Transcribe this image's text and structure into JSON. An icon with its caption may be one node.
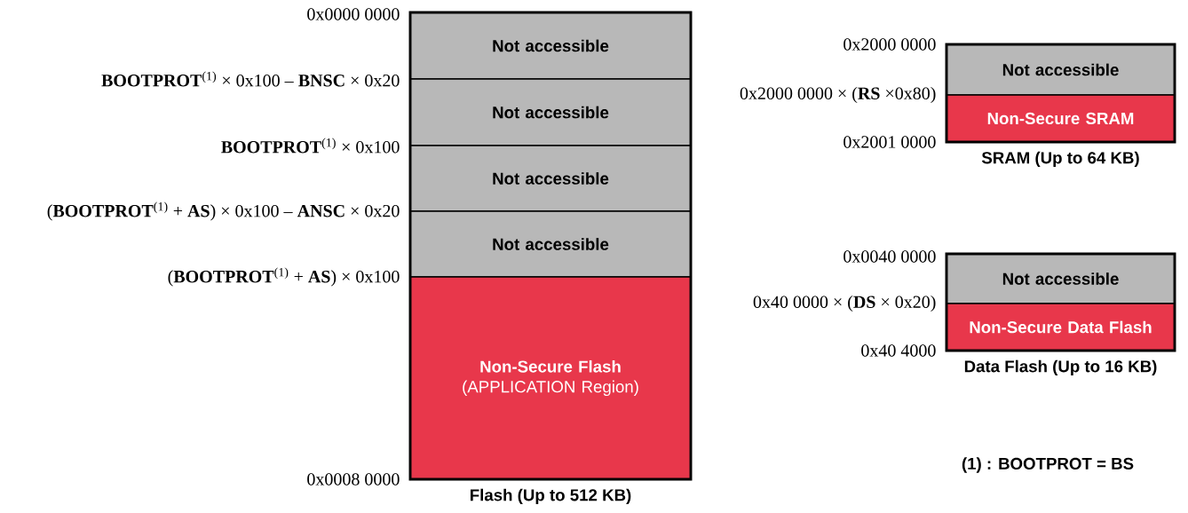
{
  "diagram": {
    "nodes": [
      {
        "text": [
          "Flash (Up to 512 KB)"
        ]
      },
      {
        "text": [
          "Not accessible"
        ],
        "in": 0
      },
      {
        "text": [
          "Not accessible"
        ],
        "in": 0
      },
      {
        "text": [
          "Not accessible"
        ],
        "in": 0
      },
      {
        "text": [
          "Not accessible"
        ],
        "in": 0
      },
      {
        "text": [
          "Non-Secure Flash",
          "(APPLICATION Region)"
        ],
        "in": 0
      },
      {
        "text": [
          "SRAM (Up to 64 KB)"
        ]
      },
      {
        "text": [
          "Not accessible"
        ],
        "in": 6
      },
      {
        "text": [
          "Non-Secure SRAM"
        ],
        "in": 6
      },
      {
        "text": [
          "Data Flash (Up to 16 KB)"
        ]
      },
      {
        "text": [
          "Not accessible"
        ],
        "in": 9
      },
      {
        "text": [
          "Non-Secure Data Flash"
        ],
        "in": 9
      }
    ],
    "labels": [
      "0x0000 0000",
      "**BOOTPROT**$^{(1)}$ × 0x100 – **BNSC** × 0x20",
      "**BOOTPROT**$^{(1)}$ × 0x100",
      "(**BOOTPROT**$^{(1)}$ + **AS**) × 0x100 – **ANSC** × 0x20",
      "(**BOOTPROT**$^{(1)}$ + **AS**) × 0x100",
      "0x0008 0000",
      "0x2000 0000",
      "0x2000 0000 × (**RS** ×0x80)",
      "0x2001 0000",
      "0x0040 0000",
      "0x40 0000 × (**DS** × 0x20)",
      "0x40 4000",
      "(1) : BOOTPROT = BS"
    ]
  }
}
